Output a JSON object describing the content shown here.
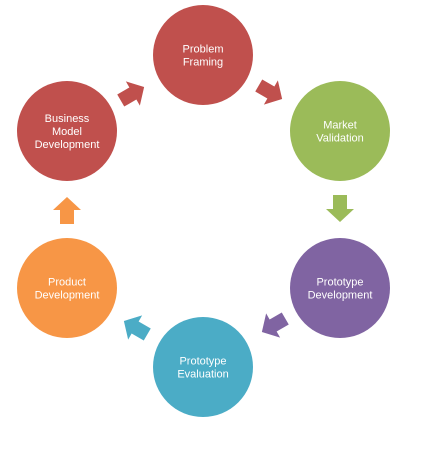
{
  "diagram": {
    "type": "cycle",
    "nodes": [
      {
        "id": "problem-framing",
        "label": [
          "Problem",
          "Framing"
        ],
        "color": "#c0504d"
      },
      {
        "id": "market-validation",
        "label": [
          "Market",
          "Validation"
        ],
        "color": "#9bbb59"
      },
      {
        "id": "prototype-development",
        "label": [
          "Prototype",
          "Development"
        ],
        "color": "#8064a2"
      },
      {
        "id": "prototype-evaluation",
        "label": [
          "Prototype",
          "Evaluation"
        ],
        "color": "#4bacc6"
      },
      {
        "id": "product-development",
        "label": [
          "Product",
          "Development"
        ],
        "color": "#f79646"
      },
      {
        "id": "business-model-development",
        "label": [
          "Business",
          "Model",
          "Development"
        ],
        "color": "#c0504d"
      }
    ],
    "arrows": [
      {
        "from": "problem-framing",
        "to": "market-validation",
        "color": "#c0504d"
      },
      {
        "from": "market-validation",
        "to": "prototype-development",
        "color": "#9bbb59"
      },
      {
        "from": "prototype-development",
        "to": "prototype-evaluation",
        "color": "#8064a2"
      },
      {
        "from": "prototype-evaluation",
        "to": "product-development",
        "color": "#4bacc6"
      },
      {
        "from": "product-development",
        "to": "business-model-development",
        "color": "#f79646"
      },
      {
        "from": "business-model-development",
        "to": "problem-framing",
        "color": "#c0504d"
      }
    ]
  }
}
